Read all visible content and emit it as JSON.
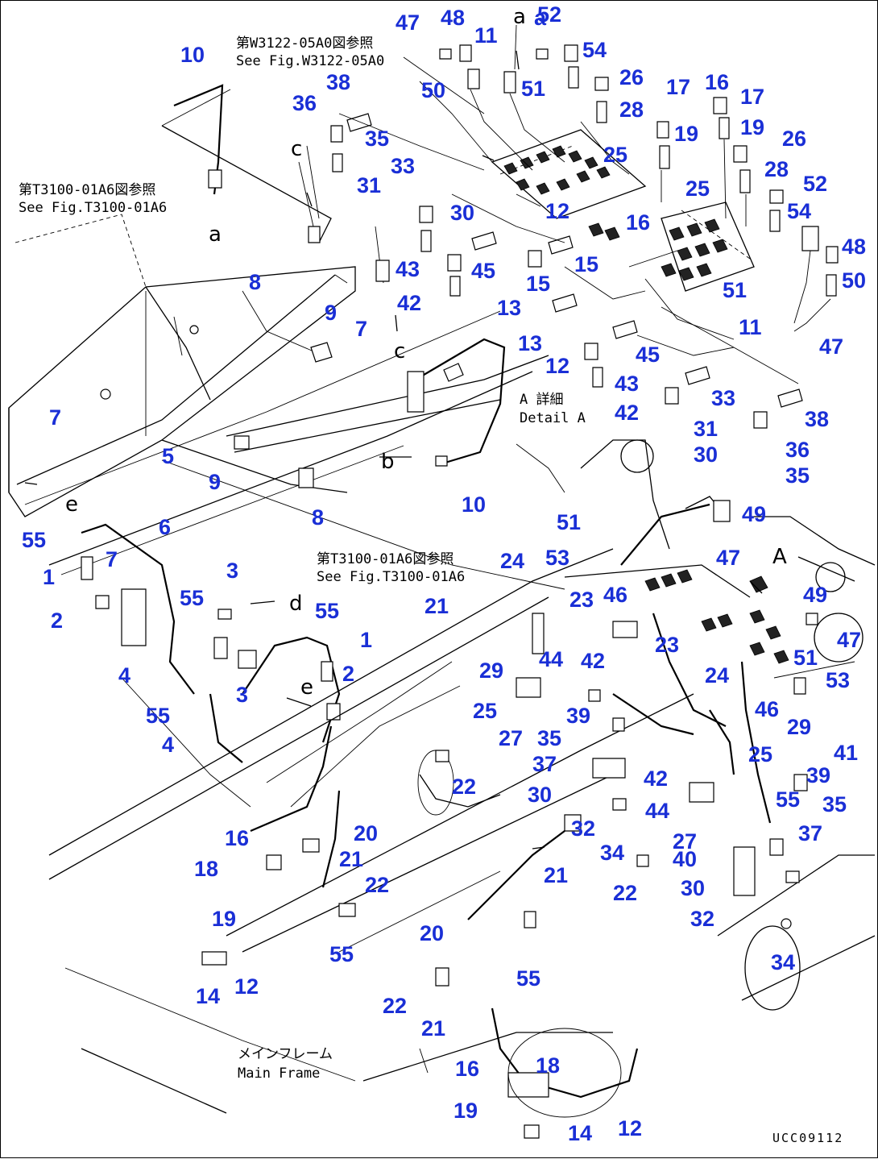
{
  "drawing_code": "UCC09112",
  "annotations": [
    {
      "id": "ref-w3122",
      "lines": [
        "第W3122-05A0図参照",
        "See Fig.W3122-05A0"
      ]
    },
    {
      "id": "ref-t3100-left",
      "lines": [
        "第T3100-01A6図参照",
        "See Fig.T3100-01A6"
      ]
    },
    {
      "id": "ref-t3100-mid",
      "lines": [
        "第T3100-01A6図参照",
        "See Fig.T3100-01A6"
      ]
    },
    {
      "id": "detail-a",
      "lines": [
        "A 詳細",
        "Detail A"
      ]
    },
    {
      "id": "main-frame",
      "lines": [
        "メインフレーム",
        "Main Frame"
      ]
    }
  ],
  "letters": [
    "a",
    "a",
    "b",
    "c",
    "c",
    "d",
    "e",
    "e",
    "A"
  ],
  "callouts": [
    "10",
    "47",
    "48",
    "11",
    "a",
    "52",
    "54",
    "50",
    "51",
    "38",
    "36",
    "35",
    "26",
    "28",
    "25",
    "17",
    "16",
    "17",
    "19",
    "19",
    "26",
    "28",
    "52",
    "54",
    "33",
    "31",
    "30",
    "12",
    "16",
    "25",
    "43",
    "45",
    "15",
    "13",
    "15",
    "42",
    "13",
    "12",
    "45",
    "43",
    "8",
    "9",
    "7",
    "7",
    "5",
    "9",
    "8",
    "10",
    "6",
    "55",
    "1",
    "7",
    "2",
    "3",
    "55",
    "4",
    "55",
    "3",
    "4",
    "1",
    "2",
    "21",
    "55",
    "48",
    "50",
    "51",
    "11",
    "47",
    "33",
    "31",
    "30",
    "38",
    "36",
    "35",
    "42",
    "49",
    "51",
    "53",
    "24",
    "47",
    "23",
    "46",
    "23",
    "44",
    "42",
    "29",
    "25",
    "27",
    "39",
    "35",
    "37",
    "30",
    "42",
    "44",
    "24",
    "46",
    "49",
    "47",
    "51",
    "53",
    "29",
    "25",
    "41",
    "39",
    "35",
    "55",
    "37",
    "22",
    "16",
    "20",
    "18",
    "21",
    "22",
    "19",
    "14",
    "12",
    "55",
    "32",
    "34",
    "21",
    "22",
    "27",
    "40",
    "30",
    "32",
    "20",
    "55",
    "22",
    "21",
    "16",
    "18",
    "19",
    "14",
    "12",
    "34"
  ]
}
